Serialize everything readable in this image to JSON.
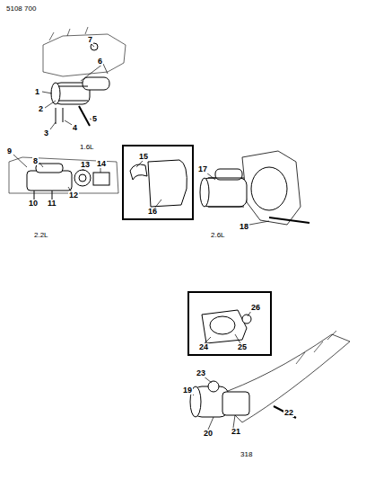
{
  "diagram": {
    "labels": [
      "5108 700",
      "7",
      "6",
      "1",
      "2",
      "3",
      "4",
      "5",
      "1.6L",
      "9",
      "8",
      "13",
      "14",
      "10",
      "11",
      "12",
      "2.2L",
      "15",
      "16",
      "17",
      "18",
      "2.6L",
      "26",
      "24",
      "25",
      "23",
      "19",
      "22",
      "20",
      "21",
      "318"
    ]
  }
}
